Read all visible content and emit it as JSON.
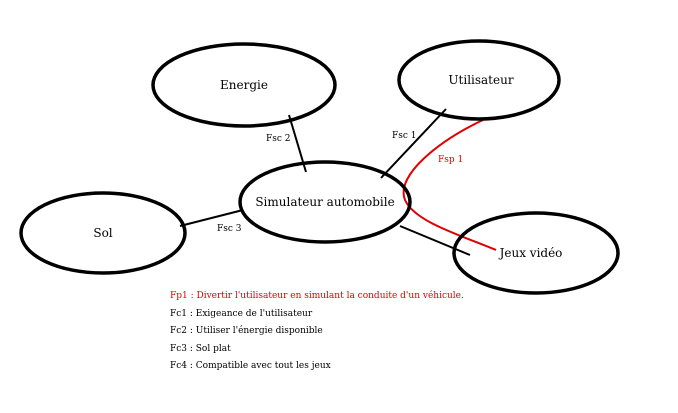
{
  "nodes": {
    "energie": "Energie",
    "utilisateur": "Utilisateur",
    "simulateur": "Simulateur automobile",
    "sol": "Sol",
    "jeux": "Jeux vidéo"
  },
  "edges": {
    "fsc2": "Fsc 2",
    "fsc1": "Fsc 1",
    "fsp1": "Fsp 1",
    "fsc3": "Fsc 3"
  },
  "legend": [
    {
      "text": "Fp1 : Divertir l'utilisateur en simulant la conduite d'un véhicule.",
      "color": "#e00000"
    },
    {
      "text": "Fc1 : Exigeance de l'utilisateur",
      "color": "#000000"
    },
    {
      "text": "Fc2 : Utiliser l'énergie disponible",
      "color": "#000000"
    },
    {
      "text": "Fc3 : Sol plat",
      "color": "#000000"
    },
    {
      "text": "Fc4 : Compatible avec tout les jeux",
      "color": "#000000"
    }
  ],
  "colors": {
    "stroke": "#000000",
    "primary_function": "#e00000"
  }
}
